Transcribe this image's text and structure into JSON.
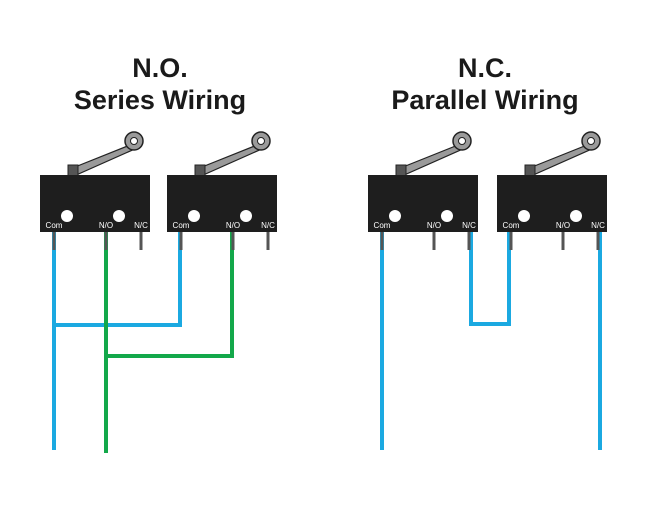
{
  "left_panel": {
    "title_line1": "N.O.",
    "title_line2": "Series Wiring",
    "switches": [
      {
        "com": "Com",
        "no": "N/O",
        "nc": "N/C"
      },
      {
        "com": "Com",
        "no": "N/O",
        "nc": "N/C"
      }
    ]
  },
  "right_panel": {
    "title_line1": "N.C.",
    "title_line2": "Parallel Wiring",
    "switches": [
      {
        "com": "Com",
        "no": "N/O",
        "nc": "N/C"
      },
      {
        "com": "Com",
        "no": "N/O",
        "nc": "N/C"
      }
    ]
  },
  "colors": {
    "blue_wire": "#1ba9e1",
    "green_wire": "#13a84a",
    "switch_body": "#1e1e1e",
    "lever": "#9a9a9a"
  }
}
